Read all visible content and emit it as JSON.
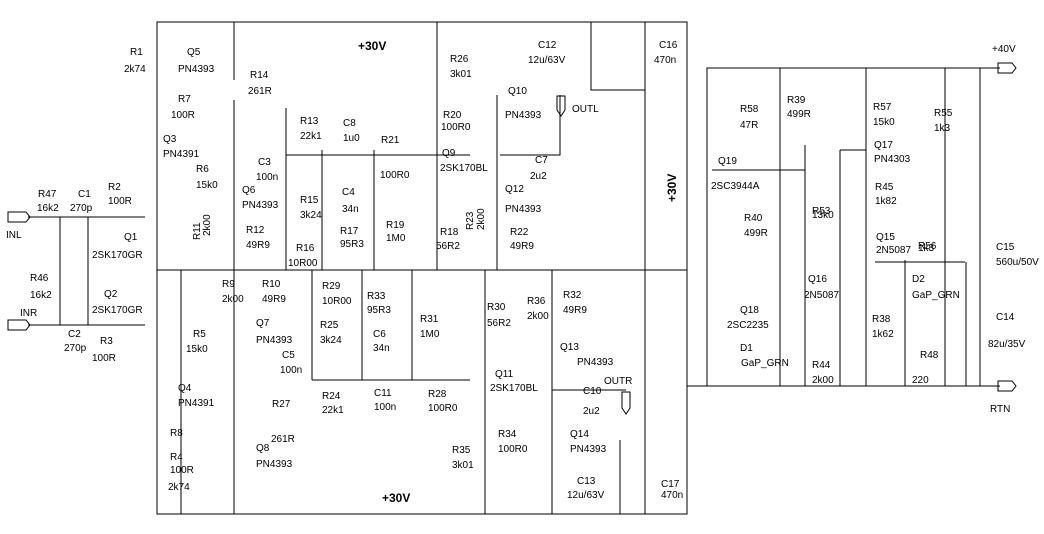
{
  "rails": {
    "top_left": "+30V",
    "bottom_left": "+30V",
    "vertical": "+30V",
    "pos40": "+40V",
    "rtn": "RTN"
  },
  "ports": {
    "inl": "INL",
    "inr": "INR",
    "outl": "OUTL",
    "outr": "OUTR"
  },
  "labels": [
    "R1",
    "2k74",
    "Q5",
    "PN4393",
    "R14",
    "261R",
    "R7",
    "100R",
    "R13",
    "22k1",
    "C8",
    "1u0",
    "R21",
    "100R0",
    "Q3",
    "PN4391",
    "R6",
    "15k0",
    "C3",
    "100n",
    "C4",
    "34n",
    "R47",
    "16k2",
    "C1",
    "270p",
    "R2",
    "100R",
    "Q6",
    "PN4393",
    "R15",
    "3k24",
    "R17",
    "95R3",
    "R19",
    "1M0",
    "Q1",
    "2SK170GR",
    "R11",
    "2k00",
    "R12",
    "49R9",
    "R16",
    "10R00",
    "R46",
    "16k2",
    "Q2",
    "2SK170GR",
    "R9",
    "2k00",
    "R10",
    "49R9",
    "R29",
    "10R00",
    "R33",
    "95R3",
    "R31",
    "1M0",
    "Q7",
    "PN4393",
    "C2",
    "270p",
    "R3",
    "100R",
    "R5",
    "15k0",
    "R25",
    "3k24",
    "C6",
    "34n",
    "C5",
    "100n",
    "Q4",
    "PN4391",
    "C11",
    "100n",
    "R24",
    "22k1",
    "R27",
    "261R",
    "R28",
    "100R0",
    "R8",
    "100R",
    "Q8",
    "PN4393",
    "R4",
    "2k74",
    "R26",
    "3k01",
    "C12",
    "12u/63V",
    "C16",
    "470n",
    "Q10",
    "PN4393",
    "R20",
    "100R0",
    "Q9",
    "2SK170BL",
    "C7",
    "2u2",
    "Q12",
    "PN4393",
    "R23",
    "2k00",
    "R22",
    "49R9",
    "R18",
    "56R2",
    "R30",
    "56R2",
    "R36",
    "2k00",
    "R32",
    "49R9",
    "Q13",
    "PN4393",
    "Q11",
    "2SK170BL",
    "C10",
    "2u2",
    "R34",
    "100R0",
    "Q14",
    "PN4393",
    "R35",
    "3k01",
    "C13",
    "12u/63V",
    "C17",
    "470n",
    "R58",
    "47R",
    "R39",
    "499R",
    "R57",
    "15k0",
    "Q17",
    "PN4303",
    "Q19",
    "2SC3944A",
    "R45",
    "1k82",
    "R40",
    "499R",
    "R53",
    "13k0",
    "Q15",
    "2N5087",
    "R56",
    "1k3",
    "R55",
    "1k3",
    "C15",
    "560u/50V",
    "Q16",
    "2N5087",
    "D2",
    "GaP_GRN",
    "Q18",
    "2SC2235",
    "R38",
    "1k62",
    "C14",
    "82u/35V",
    "D1",
    "GaP_GRN",
    "R48",
    "220",
    "R44",
    "2k00"
  ]
}
